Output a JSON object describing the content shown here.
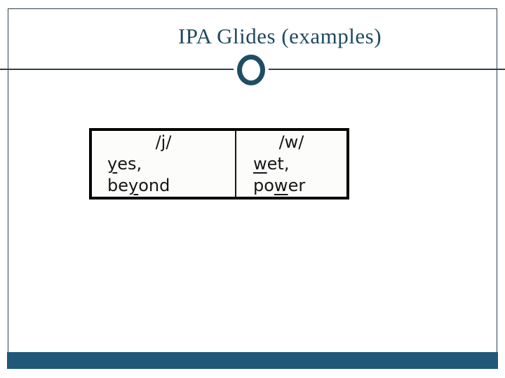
{
  "slide": {
    "title": "IPA Glides (examples)",
    "colors": {
      "title_text": "#1e4a5f",
      "ornament_ring": "#1f4e63",
      "frame_line": "#2e4150",
      "footer_bar": "#21587a",
      "table_border": "#000000",
      "table_text": "#161616"
    },
    "glide_table": {
      "columns": [
        {
          "header": "/j/",
          "word1_u": "y",
          "word1_rest": "es,",
          "word2_pre": "be",
          "word2_u": "y",
          "word2_rest": "ond"
        },
        {
          "header": "/w/",
          "word1_u": "w",
          "word1_rest": "et,",
          "word2_pre": "po",
          "word2_u": "w",
          "word2_rest": "er"
        }
      ]
    }
  }
}
